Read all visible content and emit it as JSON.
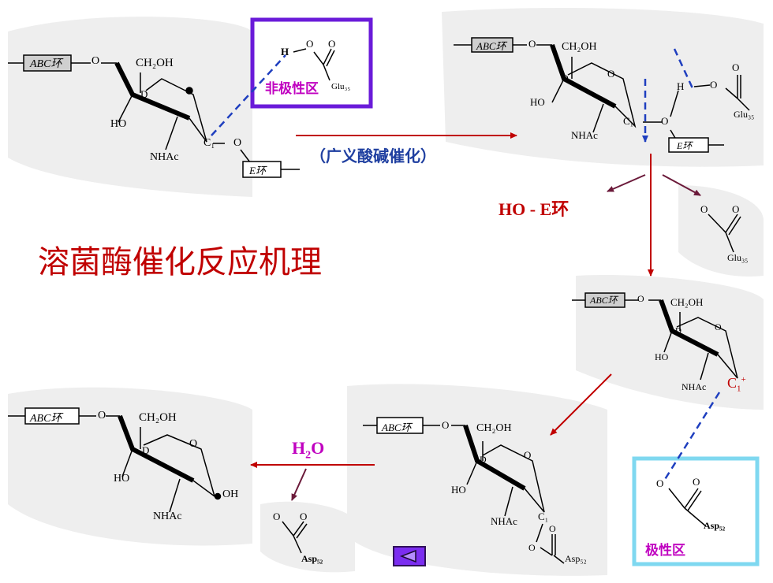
{
  "title": "溶菌酶催化反应机理",
  "labels": {
    "catalysis": "（广义酸碱催化）",
    "leaving_group": "HO - E环",
    "water": "H",
    "water_sub": "2",
    "water_o": "O",
    "nonpolar_region": "非极性区",
    "polar_region": "极性区",
    "carbocation": "C",
    "carbocation_sup": "1",
    "carbocation_charge": "+"
  },
  "chem": {
    "ring_abc": "ABC环",
    "ring_e": "E环",
    "ch2oh": "CH₂OH",
    "ho": "HO",
    "nhac": "NHAc",
    "oh": "OH",
    "c1": "C₁",
    "d": "D",
    "o": "O",
    "h": "H",
    "glu35": "Glu₃₅",
    "asp52": "Asp₅₂"
  },
  "colors": {
    "red": "#c00000",
    "blue_dash": "#1f3fbf",
    "purple_box": "#6a1bd9",
    "cyan_box": "#7fd8f0",
    "maroon": "#6b1a3a",
    "nav": "#7b2df0"
  },
  "icons": {
    "nav": "back-triangle-icon"
  }
}
